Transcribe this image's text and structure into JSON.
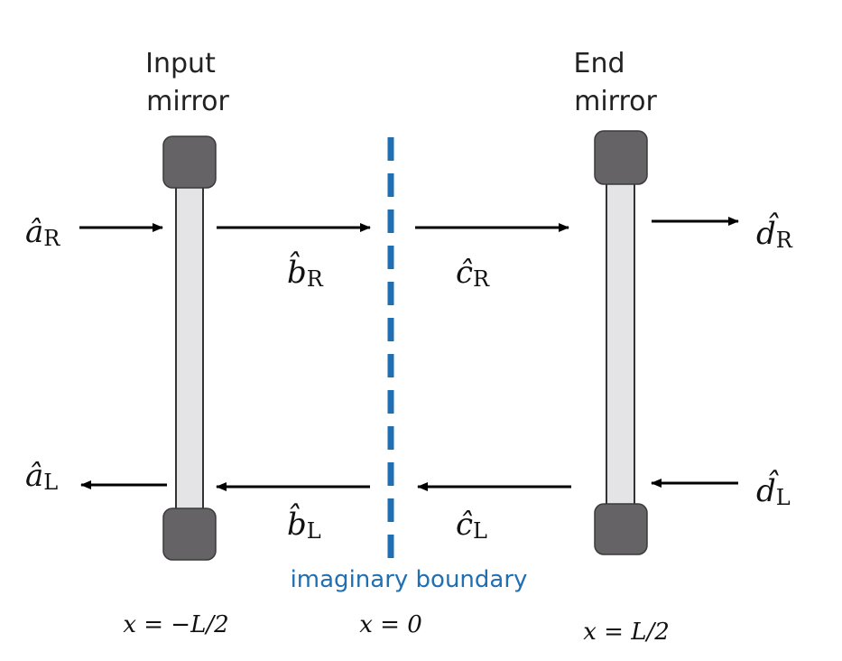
{
  "colors": {
    "cap": "#666366",
    "cap_stroke": "#3a3a3a",
    "rod": "#e4e4e6",
    "rod_stroke": "#333333",
    "arrow": "#000000",
    "boundary": "#1f6fb2"
  },
  "mirrors": {
    "input": {
      "line1": "Input",
      "line2": "mirror",
      "position": "x = −L/2"
    },
    "end": {
      "line1": "End",
      "line2": "mirror",
      "position": "x = L/2"
    }
  },
  "boundary": {
    "label": "imaginary boundary",
    "position": "x = 0"
  },
  "fields": {
    "a_R": {
      "base": "â",
      "sub": "R"
    },
    "b_R": {
      "base": "b̂",
      "sub": "R"
    },
    "c_R": {
      "base": "ĉ",
      "sub": "R"
    },
    "d_R": {
      "base": "d̂",
      "sub": "R"
    },
    "a_L": {
      "base": "â",
      "sub": "L"
    },
    "b_L": {
      "base": "b̂",
      "sub": "L"
    },
    "c_L": {
      "base": "ĉ",
      "sub": "L"
    },
    "d_L": {
      "base": "d̂",
      "sub": "L"
    }
  }
}
